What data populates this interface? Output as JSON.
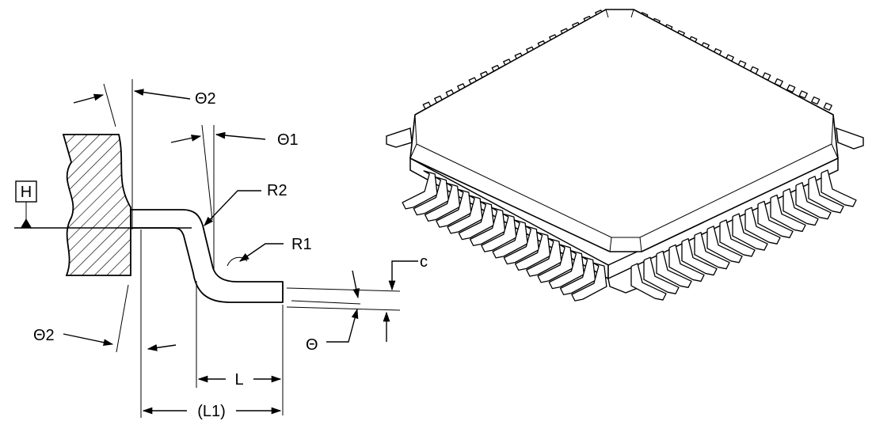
{
  "detail": {
    "datum": "H",
    "labels": {
      "theta2_top": "Θ2",
      "theta1": "Θ1",
      "r2": "R2",
      "r1": "R1",
      "c": "c",
      "theta": "Θ",
      "theta2_bottom": "Θ2",
      "l": "L",
      "l1": "(L1)"
    }
  },
  "package": {
    "pins_per_side": 16
  }
}
